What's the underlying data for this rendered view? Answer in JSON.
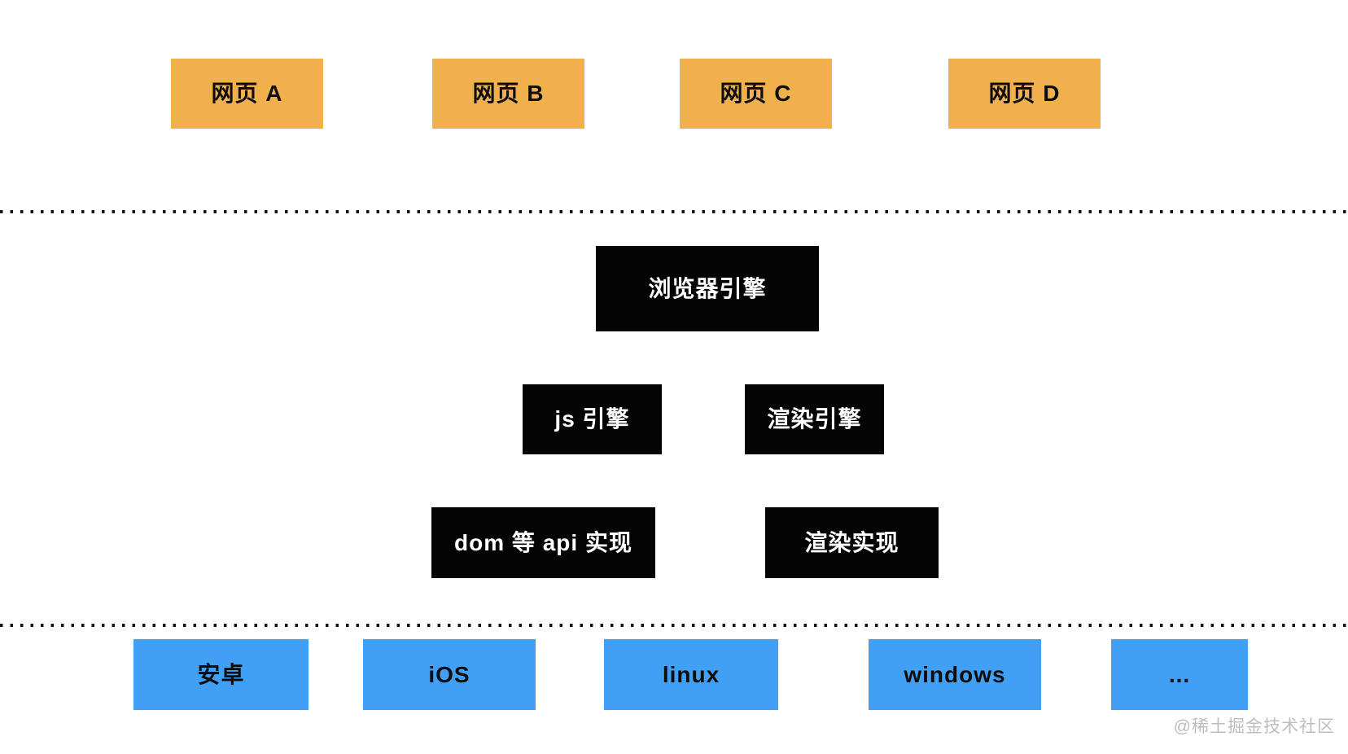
{
  "colors": {
    "page_background": "#ffffff",
    "webpage_box": "#f0b04e",
    "engine_box": "#040404",
    "os_box": "#41a0f3",
    "box_text_dark": "#0d0d0d",
    "box_text_light": "#ffffff",
    "separator_dots": "#151515",
    "watermark_text": "#bcbdbf"
  },
  "pages_row": {
    "items": [
      {
        "label": "网页 A"
      },
      {
        "label": "网页 B"
      },
      {
        "label": "网页 C"
      },
      {
        "label": "网页 D"
      }
    ]
  },
  "engine_layer": {
    "browser_engine": {
      "label": "浏览器引擎"
    },
    "sub_engines": [
      {
        "label": "js 引擎"
      },
      {
        "label": "渲染引擎"
      }
    ],
    "implementations": [
      {
        "label": "dom 等 api 实现"
      },
      {
        "label": "渲染实现"
      }
    ]
  },
  "os_row": {
    "items": [
      {
        "label": "安卓"
      },
      {
        "label": "iOS"
      },
      {
        "label": "linux"
      },
      {
        "label": "windows"
      },
      {
        "label": "..."
      }
    ]
  },
  "watermark": {
    "text": "@稀土掘金技术社区"
  }
}
